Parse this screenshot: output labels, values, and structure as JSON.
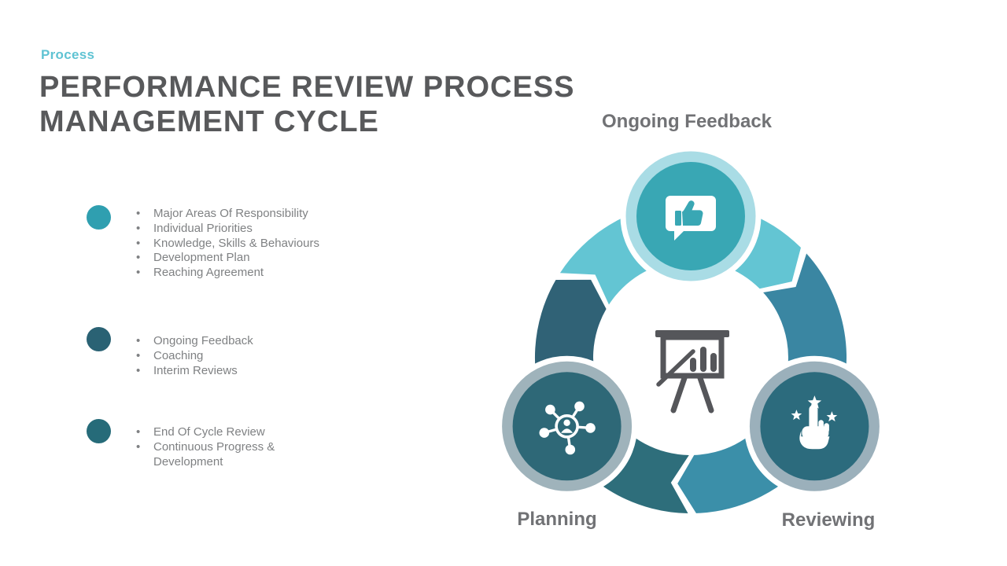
{
  "slide": {
    "eyebrow": "Process",
    "title": "PERFORMANCE REVIEW PROCESS MANAGEMENT CYCLE"
  },
  "bullet_groups": [
    {
      "dot_color": "#2f9fb0",
      "items": [
        "Major Areas Of Responsibility",
        "Individual Priorities",
        "Knowledge, Skills & Behaviours",
        "Development Plan",
        "Reaching Agreement"
      ]
    },
    {
      "dot_color": "#2a6274",
      "items": [
        "Ongoing Feedback",
        "Coaching",
        "Interim Reviews"
      ]
    },
    {
      "dot_color": "#266b79",
      "items": [
        "End Of Cycle Review",
        "Continuous Progress & Development"
      ]
    }
  ],
  "diagram": {
    "center_icon": "presentation-chart",
    "center_icon_color": "#55565a",
    "label_color": "#717275",
    "nodes": [
      {
        "id": "ongoing-feedback",
        "label": "Ongoing Feedback",
        "icon": "thumbs-up-bubble",
        "fill": "#39a7b4",
        "ring": "#a9dce5",
        "angle": -90
      },
      {
        "id": "planning",
        "label": "Planning",
        "icon": "network",
        "fill": "#2e6877",
        "ring": "#9fb3bb",
        "angle": 151
      },
      {
        "id": "reviewing",
        "label": "Reviewing",
        "icon": "touch-stars",
        "fill": "#2c6b7d",
        "ring": "#9bb0bb",
        "angle": 29
      }
    ],
    "arcs": [
      {
        "name": "arc-top",
        "color": "#63c5d3",
        "start": 213,
        "end": 315
      },
      {
        "name": "arc-right",
        "color": "#3a86a2",
        "start": 318,
        "end": 383
      },
      {
        "name": "arc-bottom-right",
        "color": "#3b8fa9",
        "start": 38,
        "end": 88
      },
      {
        "name": "arc-bottom-left",
        "color": "#2e6e7b",
        "start": 91,
        "end": 145
      },
      {
        "name": "arc-left",
        "color": "#306276",
        "start": 157,
        "end": 210
      }
    ]
  }
}
